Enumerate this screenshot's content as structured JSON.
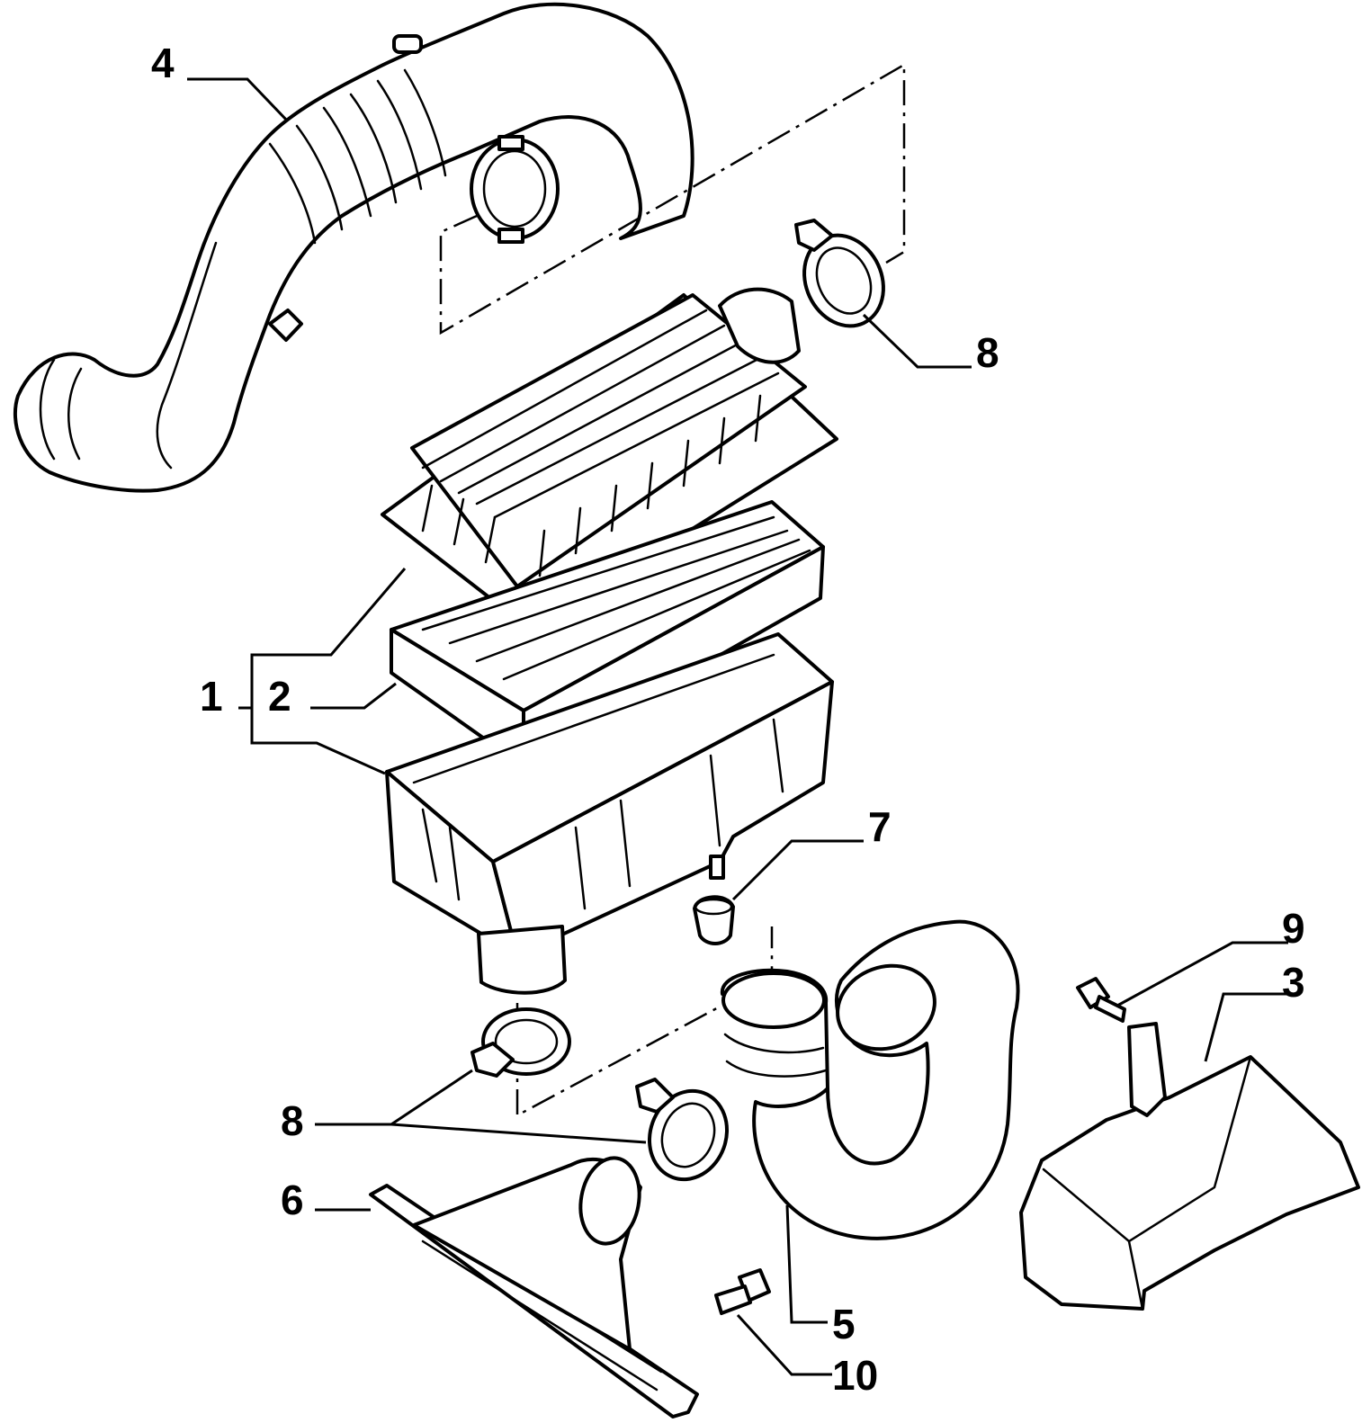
{
  "callouts": {
    "c1": "1",
    "c2": "2",
    "c3": "3",
    "c4": "4",
    "c5": "5",
    "c6": "6",
    "c7": "7",
    "c8_top": "8",
    "c8_bottom": "8",
    "c9": "9",
    "c10": "10"
  },
  "colors": {
    "line": "#000000",
    "background": "#ffffff"
  }
}
